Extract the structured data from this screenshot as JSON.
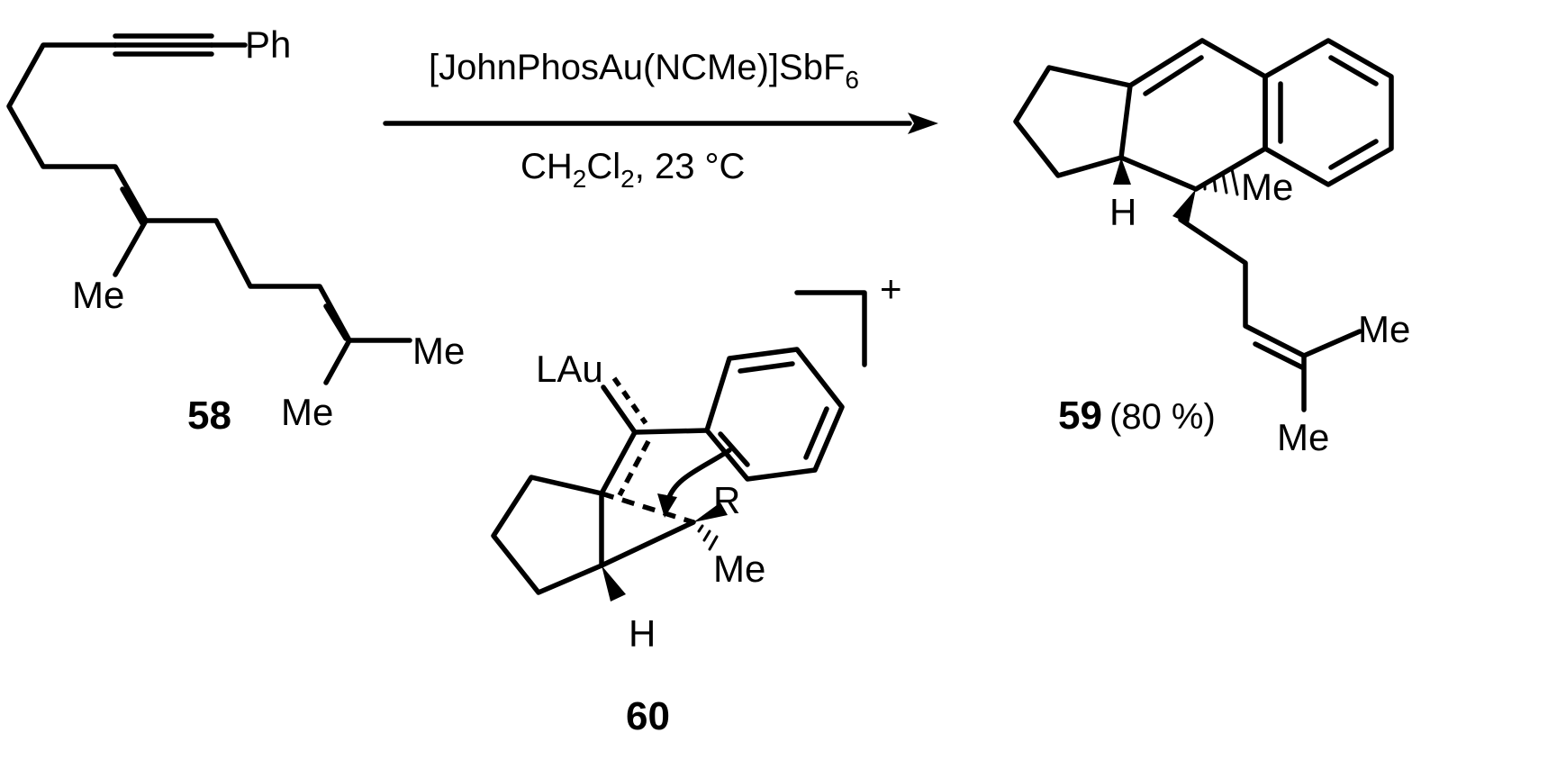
{
  "reaction": {
    "reagent": {
      "prefix": "[JohnPhosAu(NCMe)]SbF",
      "subscript": "6"
    },
    "conditions": {
      "ch": "CH",
      "sub1": "2",
      "cl": "Cl",
      "sub2": "2",
      "rest": ", 23 °C"
    }
  },
  "starting_material": {
    "label": "58",
    "atoms": {
      "ph": "Ph",
      "me1": "Me",
      "me2": "Me",
      "me3": "Me"
    }
  },
  "product": {
    "label": "59",
    "yield": "(80 %)",
    "atoms": {
      "h": "H",
      "me1": "Me",
      "me2": "Me",
      "me3": "Me"
    }
  },
  "intermediate": {
    "label": "60",
    "charge": "+",
    "atoms": {
      "lau": "LAu",
      "r": "R",
      "me": "Me",
      "h": "H"
    }
  }
}
